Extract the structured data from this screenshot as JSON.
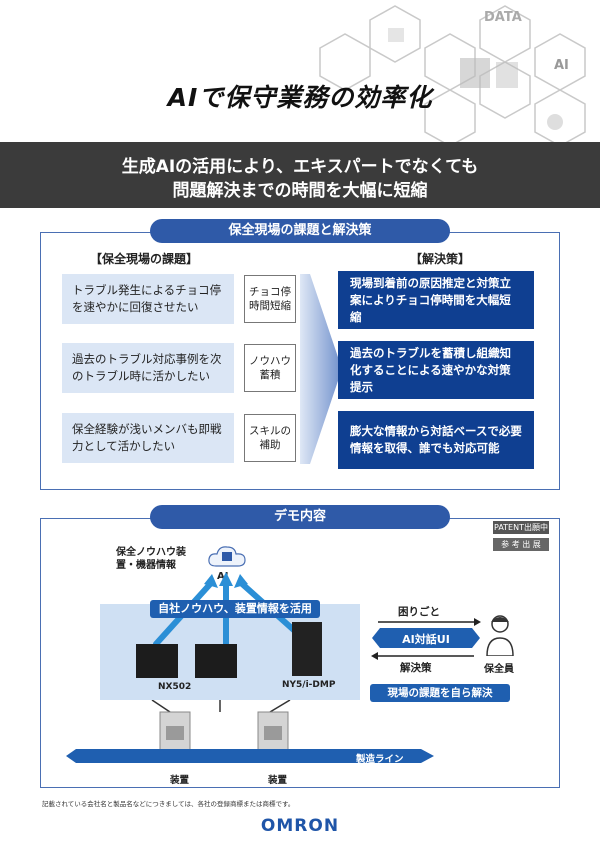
{
  "header": {
    "title": "AIで保守業務の効率化",
    "art_text": [
      "DATA",
      "AI"
    ]
  },
  "banner": {
    "line1": "生成AIの活用により、エキスパートでなくても",
    "line2": "問題解決までの時間を大幅に短縮"
  },
  "section1": {
    "pill": "保全現場の課題と解決策",
    "issues_head": "【保全現場の課題】",
    "solutions_head": "【解決策】",
    "issues": [
      "トラブル発生によるチョコ停を速やかに回復させたい",
      "過去のトラブル対応事例を次のトラブル時に活かしたい",
      "保全経験が浅いメンバも即戦力として活かしたい"
    ],
    "middles": [
      "チョコ停時間短縮",
      "ノウハウ蓄積",
      "スキルの補助"
    ],
    "solutions": [
      "現場到着前の原因推定と対策立案によりチョコ停時間を大幅短縮",
      "過去のトラブルを蓄積し組織知化することによる速やかな対策提示",
      "膨大な情報から対話ベースで必要情報を取得、誰でも対応可能"
    ]
  },
  "section2": {
    "pill": "デモ内容",
    "tag_patent": "PATENT出願中",
    "tag_ref": "参 考 出 展",
    "knowhow": "保全ノウハウ装置・機器情報",
    "ai": "AI",
    "use_pill": "自社ノウハウ、装置情報を活用",
    "nx502": "NX502",
    "ny5": "NY5/i-DMP",
    "worries": "困りごと",
    "dialog": "AI対話UI",
    "solution": "解決策",
    "staff": "保全員",
    "self_solve": "現場の課題を自ら解決",
    "line": "製造ライン",
    "machine": "装置"
  },
  "footnote": "記載されている会社名と製品名などにつきましては、各社の登録商標または商標です。",
  "brand": "OMRON",
  "colors": {
    "accent": "#2f5aa8",
    "dark_blue": "#0f3f91",
    "banner": "#3b3b3b",
    "light_blue": "#dbe6f5"
  }
}
